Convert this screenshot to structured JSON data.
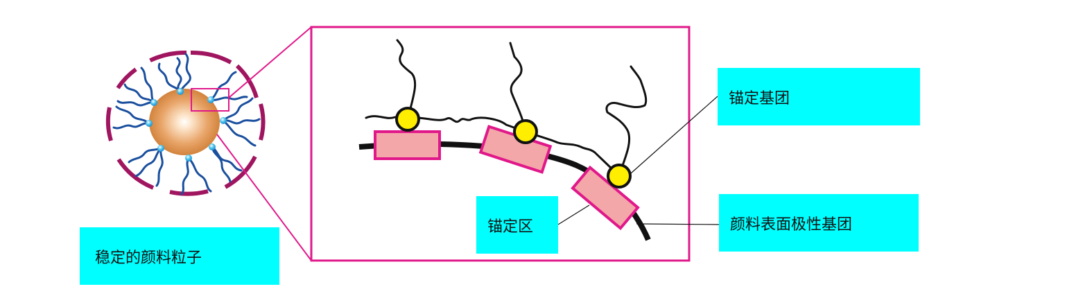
{
  "labels": {
    "anchor_group": "锚定基团",
    "polar_group": "颜料表面极性基团",
    "anchor_zone": "锚定区",
    "stable_particle": "稳定的颜料粒子"
  },
  "colors": {
    "label_bg": "#00ffff",
    "frame": "#e0188a",
    "shell": "#a01560",
    "core_light": "#fde6cc",
    "core_dark": "#cc7a30",
    "chain": "#1a4f9e",
    "bead": "#4fc4ee",
    "anchor_circle": "#ffee00",
    "polar_rect_fill": "#f4a7a9",
    "polar_rect_stroke": "#e0188a",
    "surface": "#111111"
  },
  "icons": {
    "particle": "pigment-particle-icon",
    "anchor": "anchor-group-icon",
    "polar": "polar-group-icon"
  }
}
